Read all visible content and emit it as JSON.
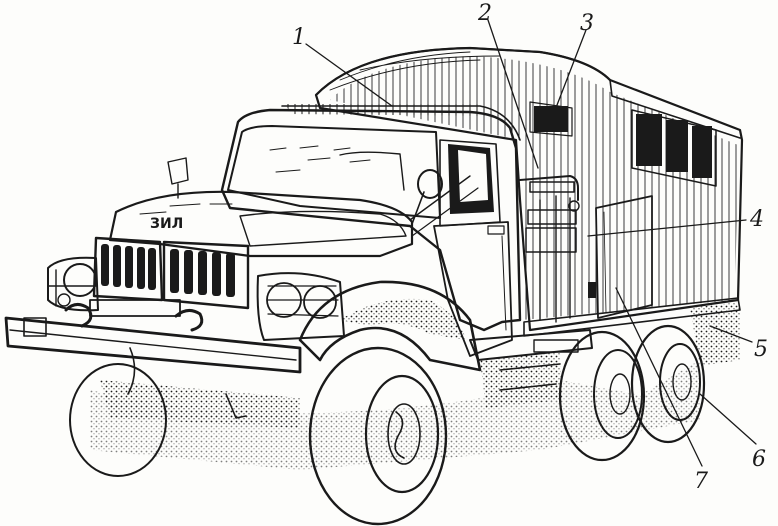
{
  "figure": {
    "callouts": [
      {
        "id": "1",
        "label": "1"
      },
      {
        "id": "2",
        "label": "2"
      },
      {
        "id": "3",
        "label": "3"
      },
      {
        "id": "4",
        "label": "4"
      },
      {
        "id": "5",
        "label": "5"
      },
      {
        "id": "6",
        "label": "6"
      },
      {
        "id": "7",
        "label": "7"
      }
    ],
    "grille_emblem": "ЗИЛ",
    "colors": {
      "ink": "#1a1a1a",
      "paper": "#fdfdfb"
    }
  }
}
